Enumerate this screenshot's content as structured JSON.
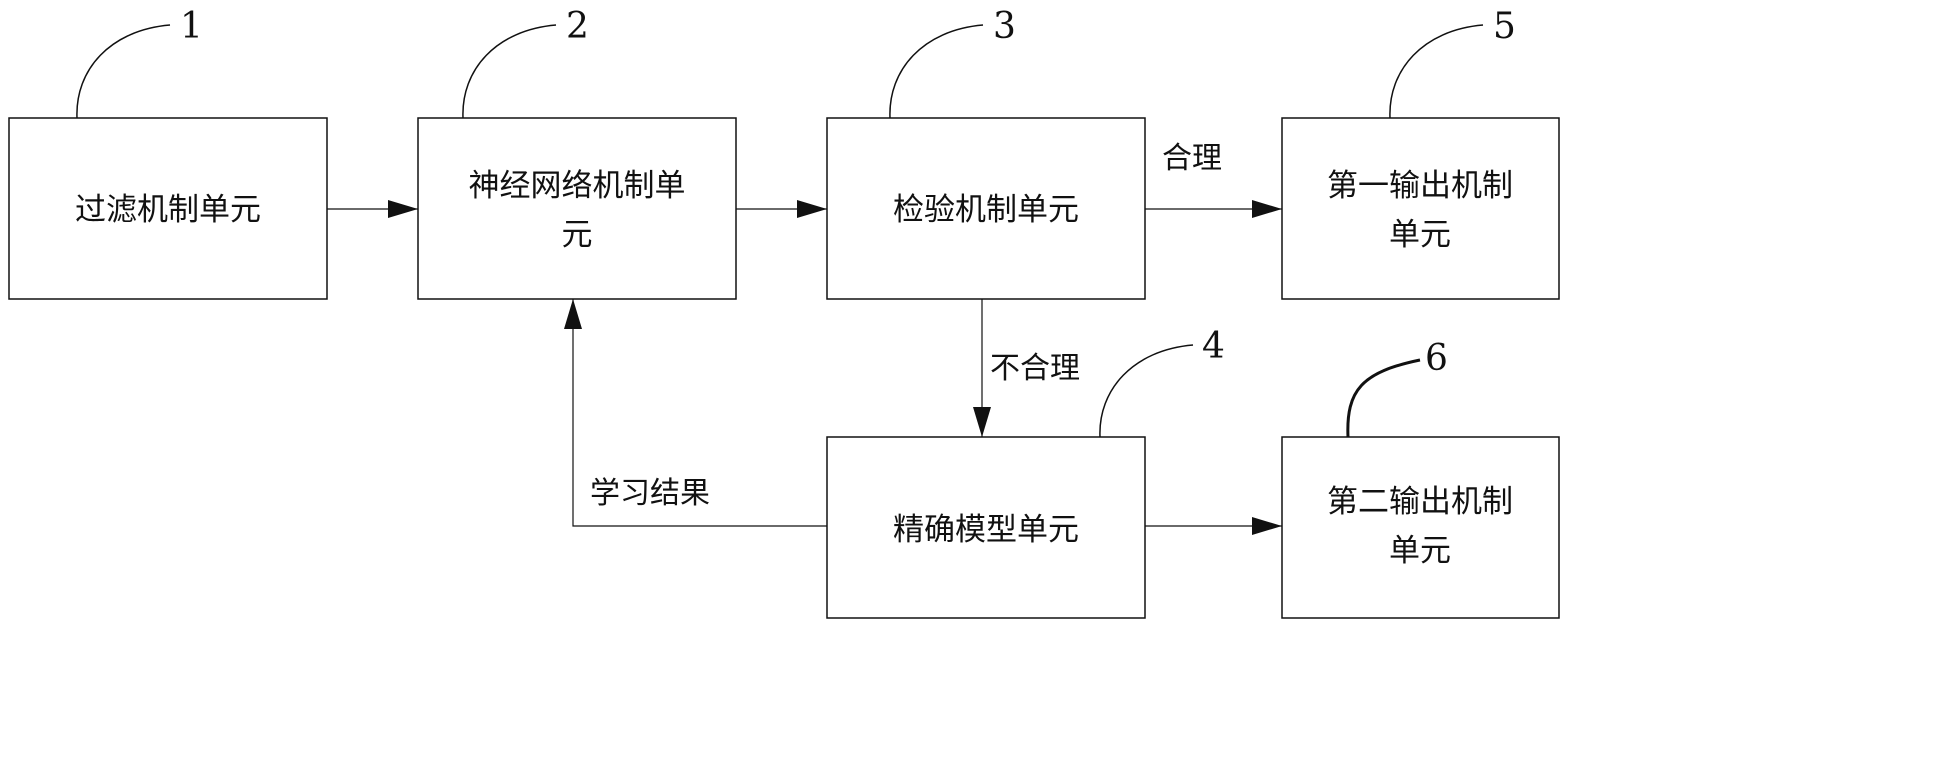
{
  "units": {
    "filter": {
      "number": "1",
      "lines": [
        "过滤机制单元"
      ]
    },
    "neural": {
      "number": "2",
      "lines": [
        "神经网络机制单",
        "元"
      ]
    },
    "check": {
      "number": "3",
      "lines": [
        "检验机制单元"
      ]
    },
    "precise": {
      "number": "4",
      "lines": [
        "精确模型单元"
      ]
    },
    "output1": {
      "number": "5",
      "lines": [
        "第一输出机制",
        "单元"
      ]
    },
    "output2": {
      "number": "6",
      "lines": [
        "第二输出机制",
        "单元"
      ]
    }
  },
  "labels": {
    "reasonable": "合理",
    "unreasonable": "不合理",
    "learning_result": "学习结果"
  },
  "colors": {
    "line": "#111111",
    "text": "#111111",
    "background": "#ffffff"
  }
}
